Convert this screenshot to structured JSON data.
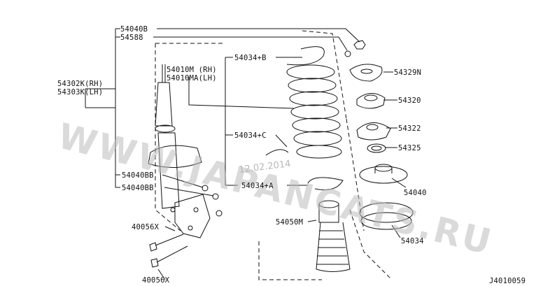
{
  "callouts": {
    "c1": "54040B",
    "c2": "54588",
    "c3": "54302K(RH)",
    "c4": "54303K(LH)",
    "c5": "54010M (RH)",
    "c6": "54010MA(LH)",
    "c7": "54034+B",
    "c8": "54329N",
    "c9": "54320",
    "c10": "54322",
    "c11": "54325",
    "c12": "54034+C",
    "c13": "54040BB",
    "c14": "54040BB",
    "c15": "54034+A",
    "c16": "54040",
    "c17": "40056X",
    "c18": "54050M",
    "c19": "54034",
    "c20": "40056X"
  },
  "watermark": "WWW.JAPANCATS.RU",
  "date_stamp": "12.02.2014",
  "diagram_id": "J4010059"
}
